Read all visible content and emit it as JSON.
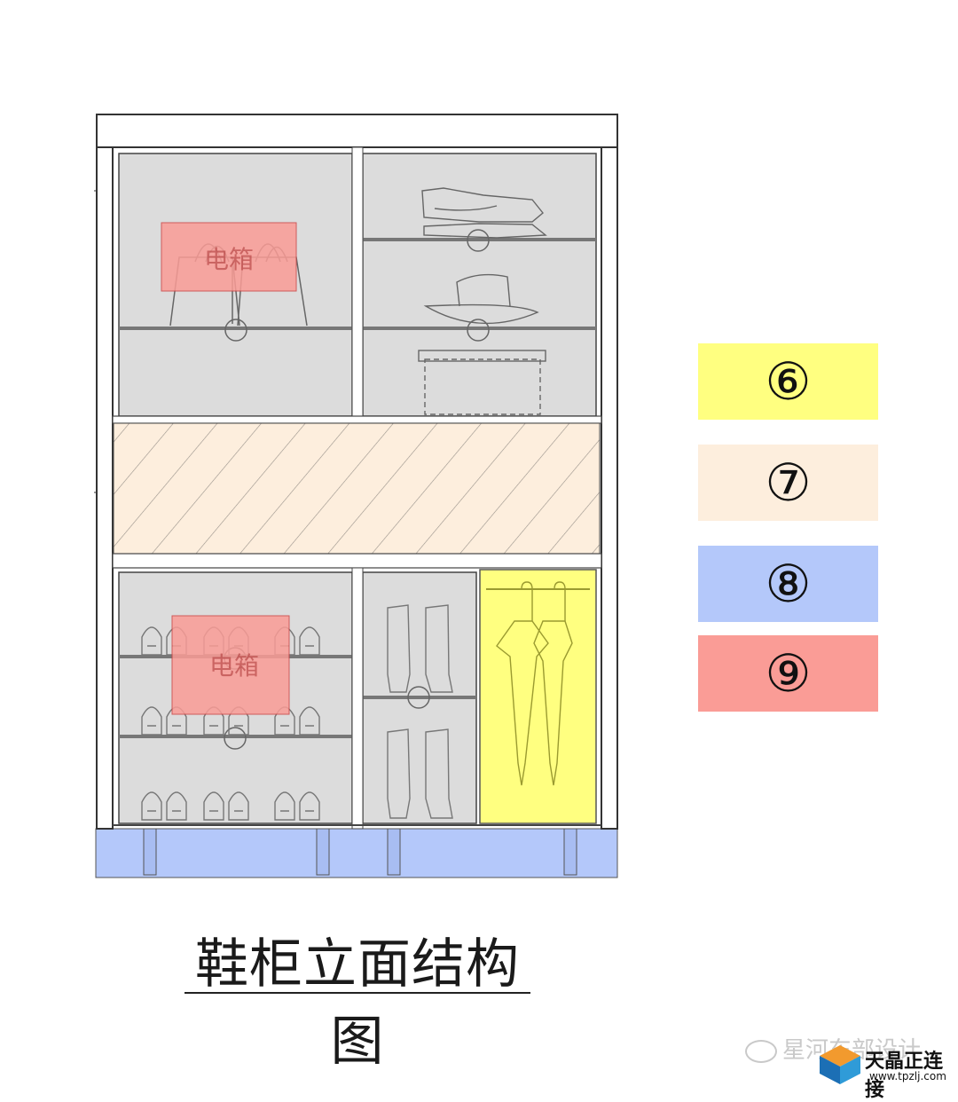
{
  "labels": {
    "e_box": "电箱"
  },
  "legend": [
    {
      "symbol": "⑥",
      "color": "#ffff80"
    },
    {
      "symbol": "⑦",
      "color": "#fdeedd"
    },
    {
      "symbol": "⑧",
      "color": "#b4c8fa"
    },
    {
      "symbol": "⑨",
      "color": "#fa9c96"
    }
  ],
  "title": "鞋柜立面结构图",
  "watermark": {
    "text": "星河东部设计",
    "brand": "天晶正连接",
    "url": "www.tpzlj.com"
  }
}
